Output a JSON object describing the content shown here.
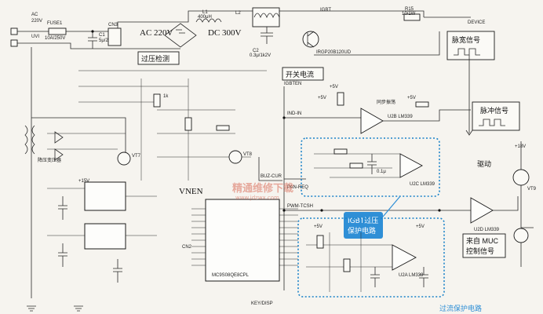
{
  "inputs": {
    "ac": "AC",
    "v220": "220V",
    "uvi": "UVI",
    "fuse": "FUSE1",
    "fuse_rating": "10A/250V"
  },
  "labels": {
    "ac220v": "AC 220V",
    "dc300v": "DC 300V",
    "overcurrent_detect": "过压检测",
    "switch_current": "开关电流",
    "pulse_width_signal": "脉宽信号",
    "pulse_signal": "脉冲信号",
    "drive": "驱动",
    "step_down_transformer": "降压变压器",
    "vnen": "VNEN",
    "igbt_protect_line1": "IGBT过压",
    "igbt_protect_line2": "保护电路",
    "mcu_control_line1": "来自 MUC",
    "mcu_control_line2": "控制信号",
    "sync_detect": "同步振荡",
    "bottom_cut": "过流保护电路"
  },
  "components": {
    "l1": "L1",
    "l1_val": "400μH",
    "igbt": "IGBT",
    "igbt_part": "IRGP20B120UD",
    "c2": "C2",
    "c2_val": "0.3μ/1k2V",
    "r15": "R15",
    "r15_val": "10/1W",
    "device": "DEVICE",
    "igbten": "IGBTEN",
    "ind_in": "IND-IN",
    "pan_req": "PAN-REQ",
    "pwm_tcsh": "PWM-TCSH",
    "buz_cur": "BUZ-CUR",
    "key_disp": "KEY/DISP",
    "mcu_part": "MC9S08QE8CPL",
    "ic_lm339_1": "U2A LM339",
    "ic_lm339_2": "U2B LM339",
    "ic_lm339_3": "U2C LM339",
    "ic_u2d": "U2D LM339",
    "q_vt9": "VT9",
    "q_vt8": "VT8",
    "q_vt7": "VT7",
    "plus15": "+15V",
    "plus5": "+5V",
    "plus18": "+18V",
    "r_1k": "1k",
    "c_01": "0.1μ",
    "cn3": "CN3",
    "cn2": "CN2",
    "c1": "C1",
    "c1_val": "5μ/275V",
    "l2": "L2"
  },
  "watermark": {
    "main": "精通维修下载",
    "url": "www.jdzwx.com"
  }
}
